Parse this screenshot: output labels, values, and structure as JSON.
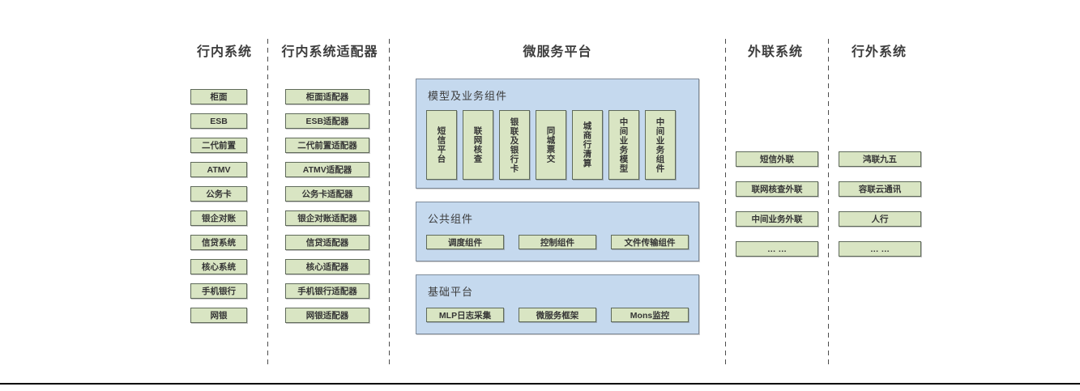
{
  "diagram": {
    "columns": {
      "internal": {
        "title": "行内系统",
        "items": [
          "柜面",
          "ESB",
          "二代前置",
          "ATMV",
          "公务卡",
          "银企对账",
          "信贷系统",
          "核心系统",
          "手机银行",
          "网银"
        ]
      },
      "adapters": {
        "title": "行内系统适配器",
        "items": [
          "柜面适配器",
          "ESB适配器",
          "二代前置适配器",
          "ATMV适配器",
          "公务卡适配器",
          "银企对账适配器",
          "信贷适配器",
          "核心适配器",
          "手机银行适配器",
          "网银适配器"
        ]
      },
      "platform": {
        "title": "微服务平台",
        "sections": {
          "model": {
            "title": "模型及业务组件",
            "items": [
              "短信平台",
              "联网核查",
              "银联及银行卡",
              "同城票交",
              "城商行清算",
              "中间业务模型",
              "中间业务组件"
            ]
          },
          "common": {
            "title": "公共组件",
            "items": [
              "调度组件",
              "控制组件",
              "文件传输组件"
            ]
          },
          "base": {
            "title": "基础平台",
            "items": [
              "MLP日志采集",
              "微服务框架",
              "Mons监控"
            ]
          }
        }
      },
      "external": {
        "title": "外联系统",
        "items": [
          "短信外联",
          "联网核查外联",
          "中间业务外联",
          "… …"
        ]
      },
      "outside": {
        "title": "行外系统",
        "items": [
          "鸿联九五",
          "容联云通讯",
          "人行",
          "… …"
        ]
      }
    },
    "colors": {
      "green_fill": "#d9e5c3",
      "green_border": "#5f6a5a",
      "blue_fill": "#c5d9ee",
      "blue_border": "#7d8a99",
      "text": "#3d3d3d",
      "divider": "#4d4d4d",
      "bottom_line": "#000000"
    }
  }
}
